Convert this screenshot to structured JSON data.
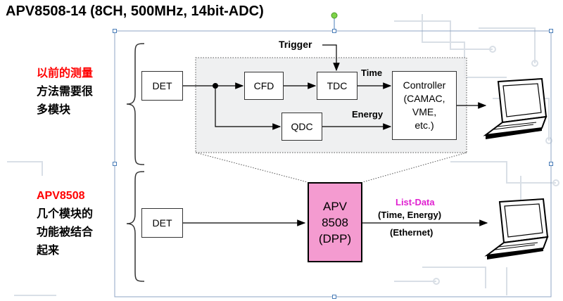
{
  "title": "APV8508-14 (8CH, 500MHz, 14bit-ADC)",
  "left_labels": {
    "previous_line1": "以前的测量",
    "previous_line2": "方法需要很",
    "previous_line3": "多模块",
    "apv_line1": "APV8508",
    "apv_line2": "几个模块的",
    "apv_line3": "功能被结合",
    "apv_line4": "起来"
  },
  "top_diagram": {
    "det": "DET",
    "cfd": "CFD",
    "tdc": "TDC",
    "qdc": "QDC",
    "controller": [
      "Controller",
      "(CAMAC,",
      "VME,",
      "etc.)"
    ],
    "trigger": "Trigger",
    "time": "Time",
    "energy": "Energy"
  },
  "bottom_diagram": {
    "det": "DET",
    "apv": [
      "APV",
      "8508",
      "(DPP)"
    ],
    "list_data": "List-Data",
    "time_energy": "(Time, Energy)",
    "ethernet": "(Ethernet)"
  },
  "colors": {
    "accent_red": "#ff0000",
    "apv_fill": "#f49bd0",
    "list_data": "#e020d0",
    "selection": "#4a7db8",
    "rotation_handle": "#7ed348"
  },
  "icons": [
    "laptop-icon",
    "laptop-icon"
  ]
}
